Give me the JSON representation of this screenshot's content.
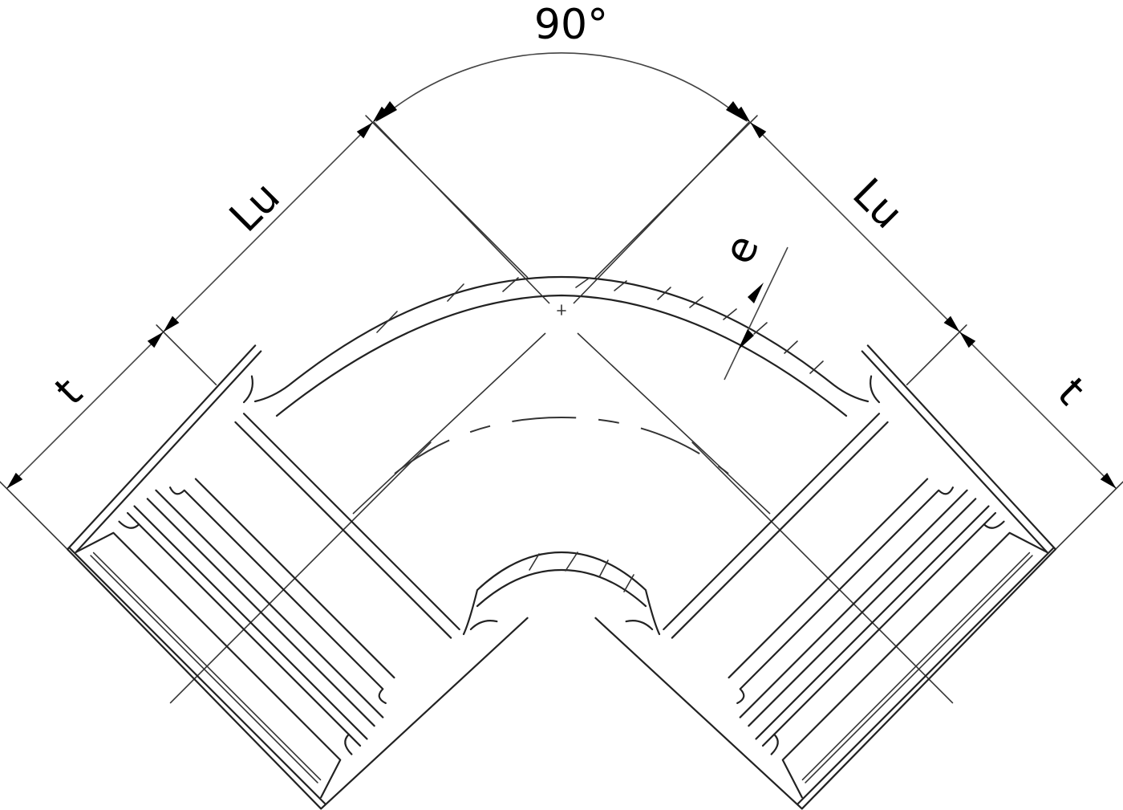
{
  "drawing": {
    "subject": "90-degree pipe elbow fitting, sectional view",
    "labels": {
      "angle": "90°",
      "lu_left": "Lu",
      "lu_right": "Lu",
      "t_left": "t",
      "t_right": "t",
      "e": "e"
    },
    "colors": {
      "line": "#222222",
      "background": "#ffffff"
    }
  }
}
